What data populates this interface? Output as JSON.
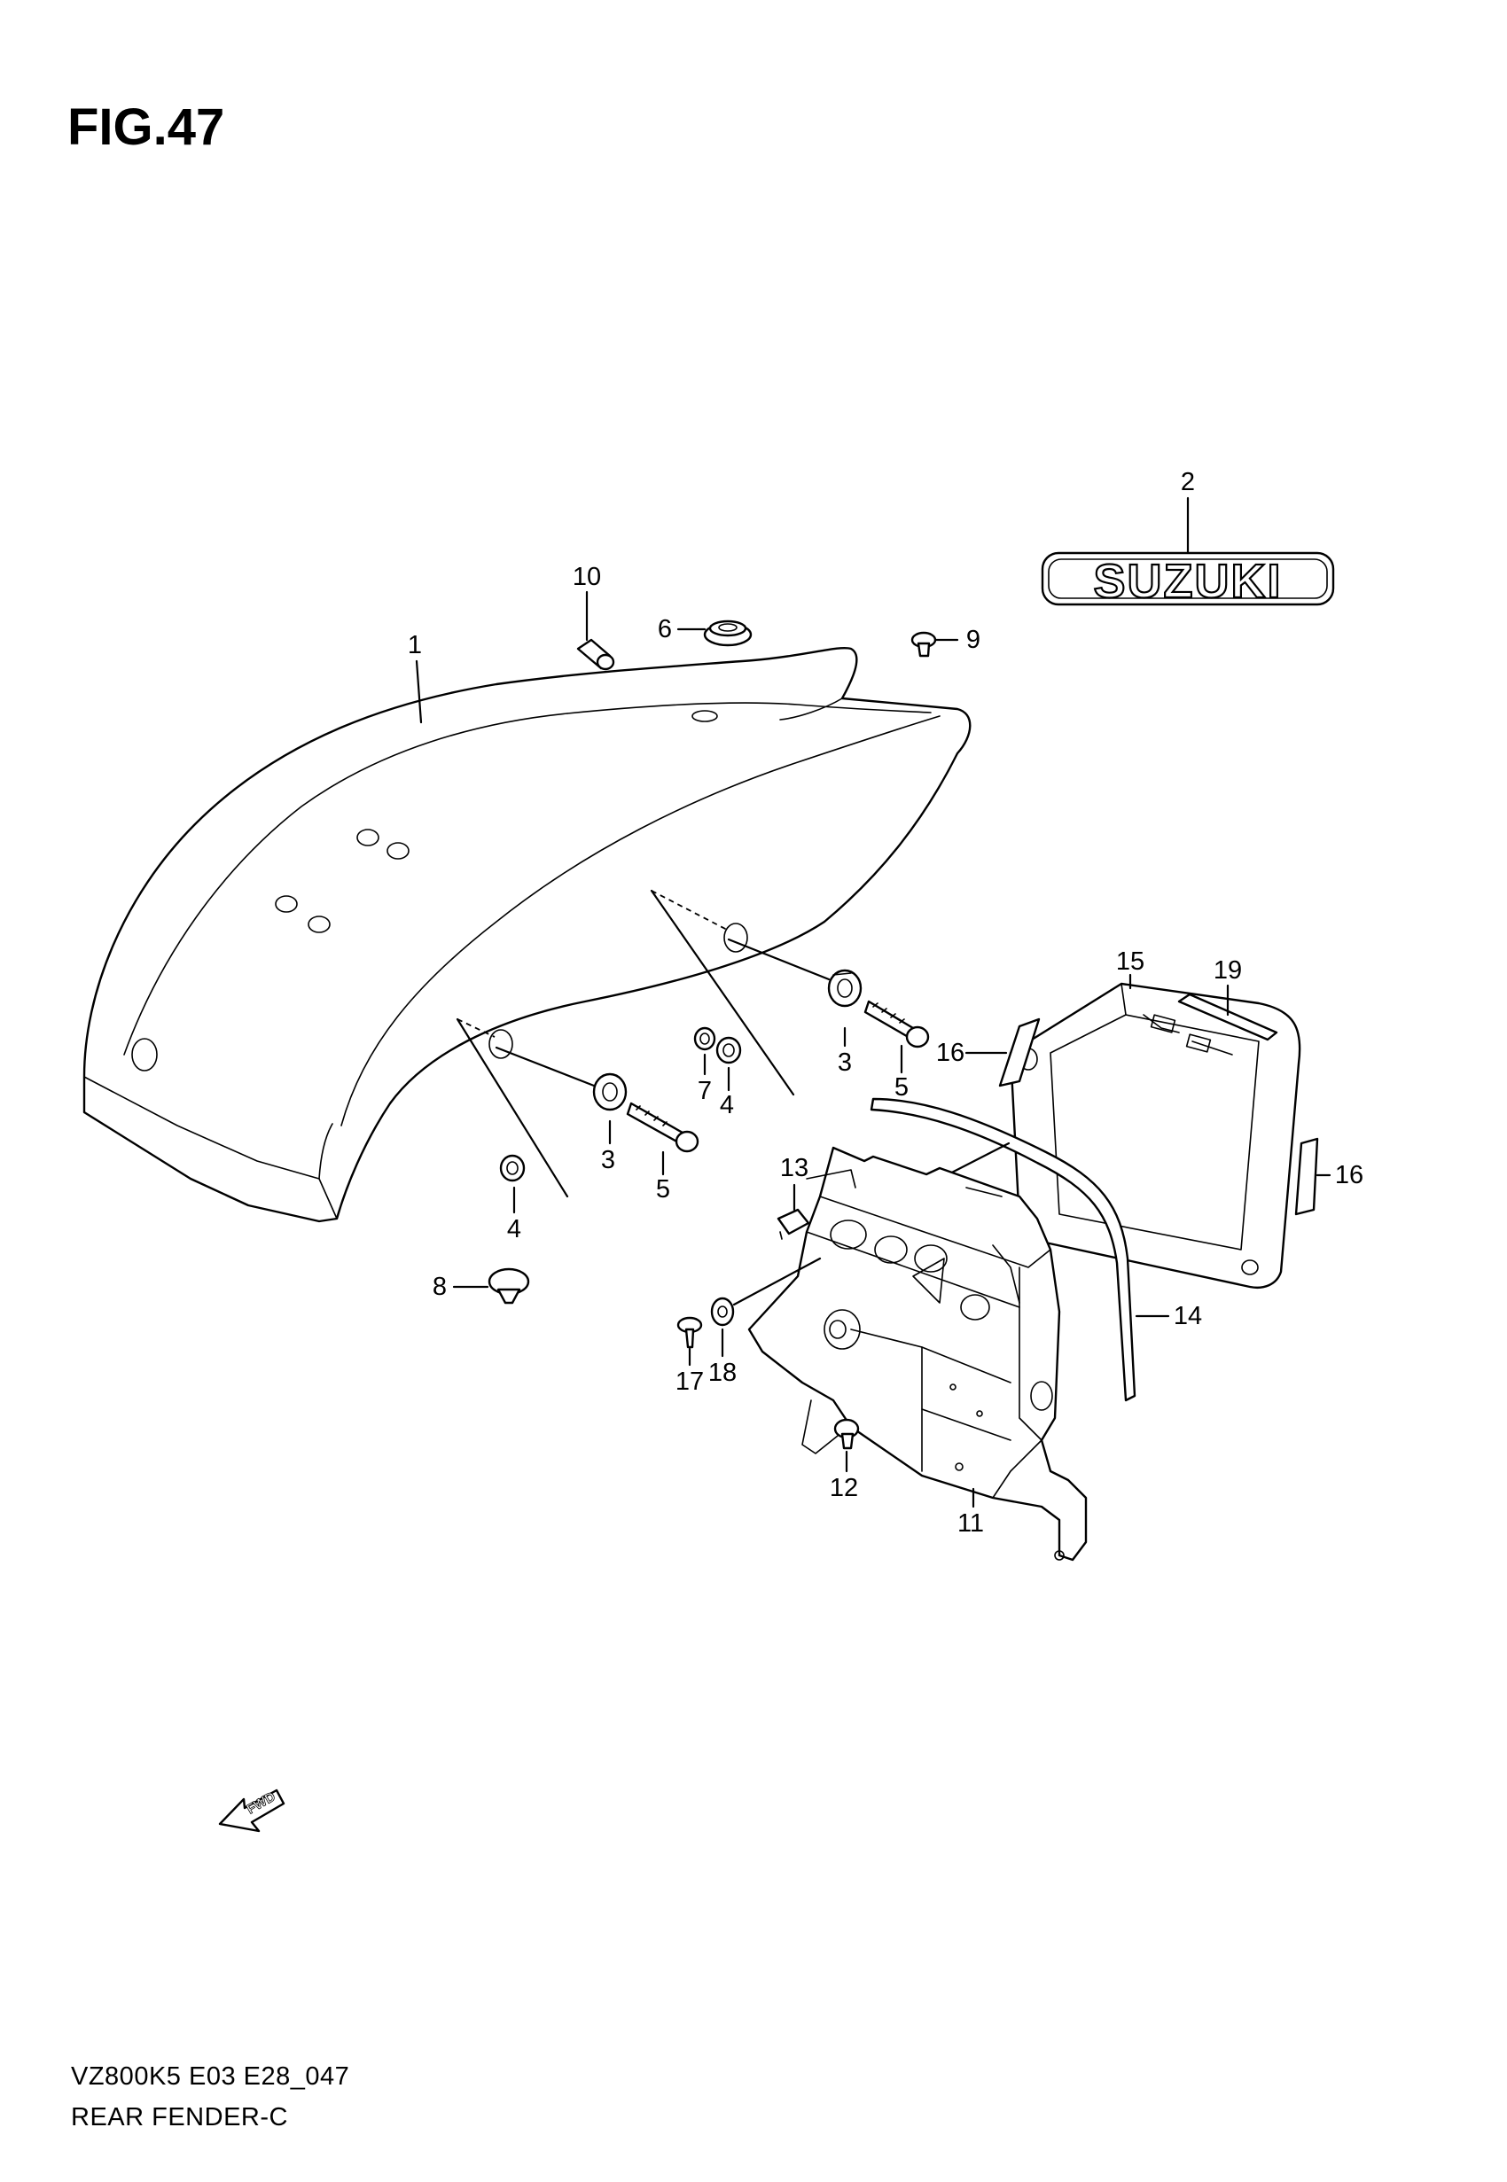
{
  "figure": {
    "title": "FIG.47",
    "emblem_text": "SUZUKI",
    "fwd_label": "FWD"
  },
  "callouts": {
    "c1": "1",
    "c2": "2",
    "c3a": "3",
    "c3b": "3",
    "c4a": "4",
    "c4b": "4",
    "c5a": "5",
    "c5b": "5",
    "c6": "6",
    "c7": "7",
    "c8": "8",
    "c9": "9",
    "c10": "10",
    "c11": "11",
    "c12": "12",
    "c13": "13",
    "c14": "14",
    "c15": "15",
    "c16a": "16",
    "c16b": "16",
    "c17": "17",
    "c18": "18",
    "c19": "19"
  },
  "footer": {
    "model_code": "VZ800K5 E03 E28_047",
    "section_name": "REAR FENDER-C"
  },
  "icons": [
    "fwd-arrow-icon",
    "suzuki-emblem-icon"
  ]
}
